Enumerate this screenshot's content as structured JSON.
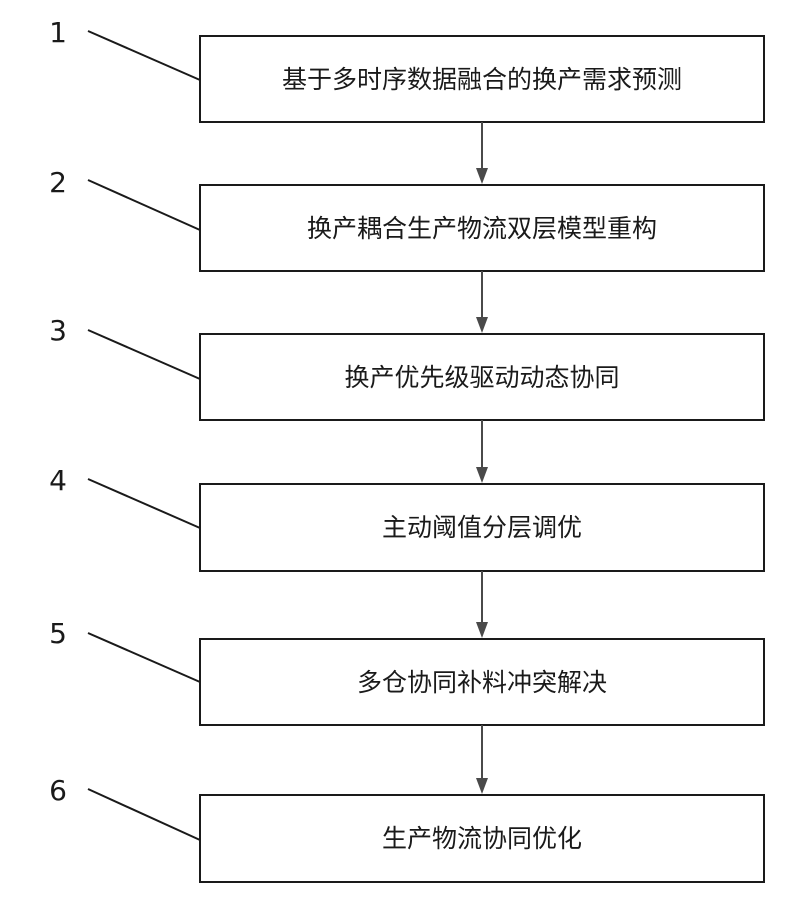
{
  "steps": [
    {
      "number": "1",
      "label": "基于多时序数据融合的换产需求预测"
    },
    {
      "number": "2",
      "label": "换产耦合生产物流双层模型重构"
    },
    {
      "number": "3",
      "label": "换产优先级驱动动态协同"
    },
    {
      "number": "4",
      "label": "主动阈值分层调优"
    },
    {
      "number": "5",
      "label": "多仓协同补料冲突解决"
    },
    {
      "number": "6",
      "label": "生产物流协同优化"
    }
  ]
}
